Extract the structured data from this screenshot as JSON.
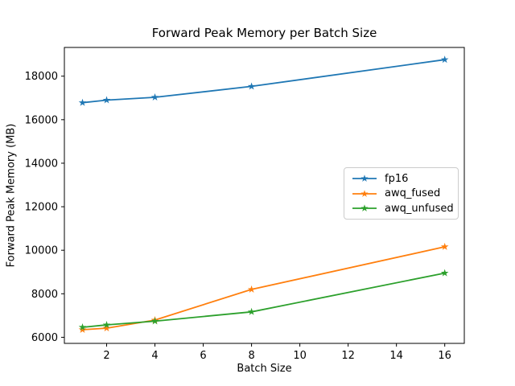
{
  "chart_data": {
    "type": "line",
    "title": "Forward Peak Memory per Batch Size",
    "xlabel": "Batch Size",
    "ylabel": "Forward Peak Memory (MB)",
    "x": [
      1,
      2,
      4,
      8,
      16
    ],
    "series": [
      {
        "name": "fp16",
        "color": "#1f77b4",
        "values": [
          16780,
          16900,
          17030,
          17530,
          18760
        ]
      },
      {
        "name": "awq_fused",
        "color": "#ff7f0e",
        "values": [
          6350,
          6420,
          6790,
          8200,
          10160
        ]
      },
      {
        "name": "awq_unfused",
        "color": "#2ca02c",
        "values": [
          6460,
          6570,
          6740,
          7170,
          8950
        ]
      }
    ],
    "xticks": [
      2,
      4,
      6,
      8,
      10,
      12,
      14,
      16
    ],
    "yticks": [
      6000,
      8000,
      10000,
      12000,
      14000,
      16000,
      18000
    ],
    "xlim": [
      0.25,
      16.81
    ],
    "ylim": [
      5720,
      19320
    ],
    "marker": "star",
    "grid": false,
    "legend_position": "center-right",
    "background": "#ffffff",
    "axis_color": "#000000",
    "text_color": "#000000"
  }
}
